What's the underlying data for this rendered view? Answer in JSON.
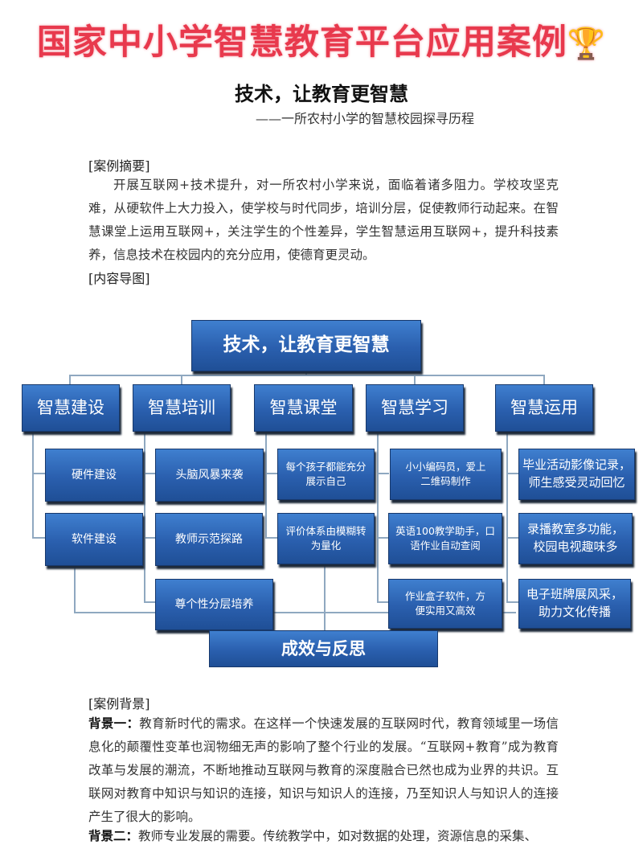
{
  "banner": {
    "title": "国家中小学智慧教育平台应用案例",
    "icon": "trophy-icon",
    "color": "#e8394d"
  },
  "title": "技术，让教育更智慧",
  "subtitle": "——一所农村小学的智慧校园探寻历程",
  "summary": {
    "heading": "[案例摘要]",
    "text": "开展互联网+技术提升，对一所农村小学来说，面临着诸多阻力。学校攻坚克难，从硬软件上大力投入，使学校与时代同步，培训分层，促使教师行动起来。在智慧课堂上运用互联网+，关注学生的个性差异，学生智慧运用互联网+，提升科技素养，信息技术在校园内的充分应用，使德育更灵动。"
  },
  "map": {
    "heading": "[内容导图]",
    "root": "技术，让教育更智慧",
    "branches": [
      "智慧建设",
      "智慧培训",
      "智慧课堂",
      "智慧学习",
      "智慧运用"
    ],
    "items": [
      [
        "硬件建设",
        "软件建设"
      ],
      [
        "头脑风暴来袭",
        "教师示范探路",
        "尊个性分层培养"
      ],
      [
        "每个孩子都能充分展示自己",
        "评价体系由模糊转为量化"
      ],
      [
        "小小编码员，爱上二维码制作",
        "英语100教学助手，口语作业自动查阅",
        "作业盒子软件，方便实用又高效"
      ],
      [
        "毕业活动影像记录，师生感受灵动回忆",
        "录播教室多功能，校园电视趣味多",
        "电子班牌展风采，助力文化传播"
      ]
    ],
    "bottom": "成效与反思",
    "box_color": "#2a5fae"
  },
  "background": {
    "heading": "[案例背景]",
    "p1_label": "背景一：",
    "p1_text": "教育新时代的需求。在这样一个快速发展的互联网时代，教育领域里一场信息化的颠覆性变革也润物细无声的影响了整个行业的发展。“互联网+教育”成为教育改革与发展的潮流，不断地推动互联网与教育的深度融合已然也成为业界的共识。互联网对教育中知识与知识的连接，知识与知识人的连接，乃至知识人与知识人的连接产生了很大的影响。",
    "p2_label": "背景二：",
    "p2_text": "教师专业发展的需要。传统教学中，如对数据的处理，资源信息的采集、"
  }
}
